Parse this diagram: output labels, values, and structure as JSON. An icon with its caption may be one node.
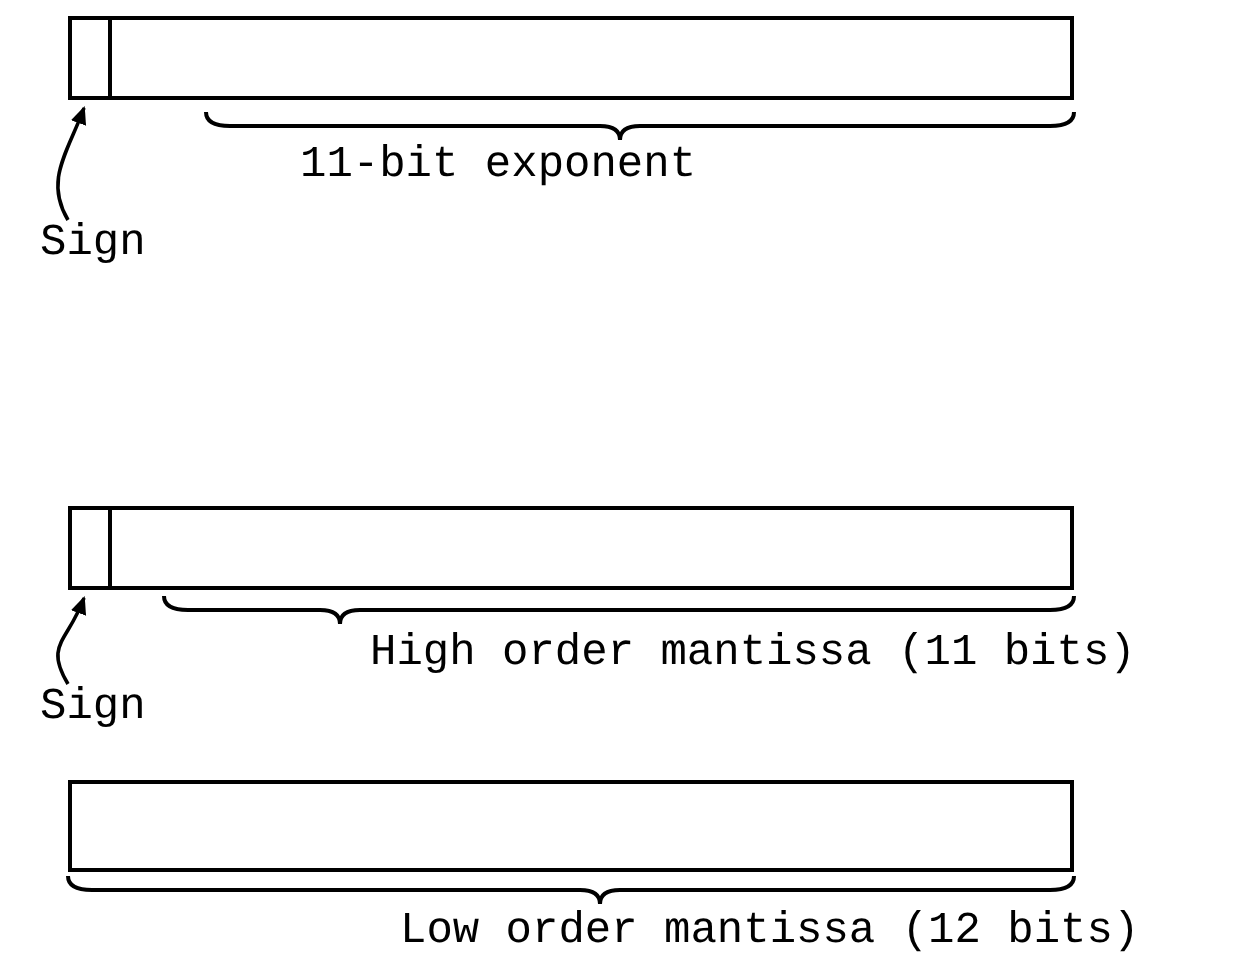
{
  "diagram": {
    "nodes": [
      {
        "text": [],
        "shape": "box"
      },
      {
        "text": [],
        "shape": "box"
      },
      {
        "text": [
          "Sign"
        ]
      },
      {
        "text": [],
        "shape": "box"
      },
      {
        "text": [],
        "shape": "box"
      },
      {
        "text": [
          "Sign"
        ]
      },
      {
        "text": [],
        "shape": "box"
      }
    ],
    "edges": [
      {
        "from": 2,
        "to": 0,
        "arrow": "to"
      },
      {
        "from": 5,
        "to": 3,
        "arrow": "to"
      }
    ],
    "labels": [
      "11-bit exponent",
      "High order mantissa (11 bits)",
      "Low order mantissa (12 bits)"
    ]
  }
}
